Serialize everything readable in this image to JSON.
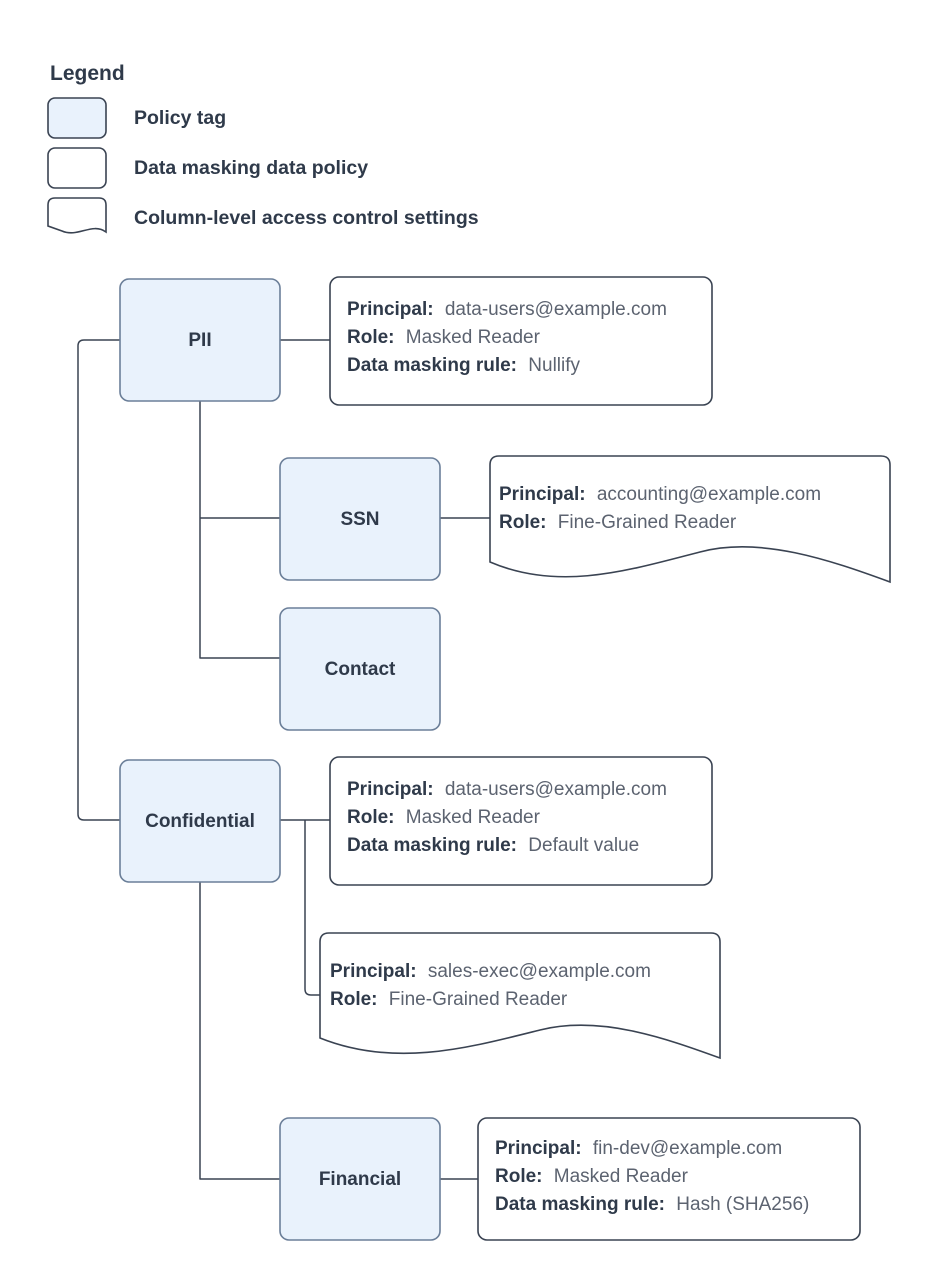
{
  "legend": {
    "title": "Legend",
    "items": [
      {
        "swatch": "policy-tag-swatch",
        "label": "Policy tag"
      },
      {
        "swatch": "data-masking-policy-swatch",
        "label": "Data masking data policy"
      },
      {
        "swatch": "column-level-access-swatch",
        "label": "Column-level access control settings"
      }
    ]
  },
  "nodes": {
    "pii": {
      "label": "PII"
    },
    "ssn": {
      "label": "SSN"
    },
    "contact": {
      "label": "Contact"
    },
    "confidential": {
      "label": "Confidential"
    },
    "financial": {
      "label": "Financial"
    }
  },
  "cards": {
    "pii_policy": {
      "principal_key": "Principal:",
      "principal_value": "data-users@example.com",
      "role_key": "Role:",
      "role_value": "Masked Reader",
      "rule_key": "Data masking rule:",
      "rule_value": "Nullify"
    },
    "ssn_access": {
      "principal_key": "Principal:",
      "principal_value": "accounting@example.com",
      "role_key": "Role:",
      "role_value": "Fine-Grained Reader"
    },
    "confidential_policy": {
      "principal_key": "Principal:",
      "principal_value": "data-users@example.com",
      "role_key": "Role:",
      "role_value": "Masked Reader",
      "rule_key": "Data masking rule:",
      "rule_value": "Default value"
    },
    "confidential_access": {
      "principal_key": "Principal:",
      "principal_value": "sales-exec@example.com",
      "role_key": "Role:",
      "role_value": "Fine-Grained Reader"
    },
    "financial_policy": {
      "principal_key": "Principal:",
      "principal_value": "fin-dev@example.com",
      "role_key": "Role:",
      "role_value": "Masked Reader",
      "rule_key": "Data masking rule:",
      "rule_value": "Hash (SHA256)"
    }
  },
  "colors": {
    "tag_fill": "#e9f2fc",
    "tag_stroke": "#6b7f99",
    "card_stroke": "#3a4352",
    "text_dark": "#2f3a4a",
    "text_value": "#5c6370",
    "background": "#ffffff"
  }
}
